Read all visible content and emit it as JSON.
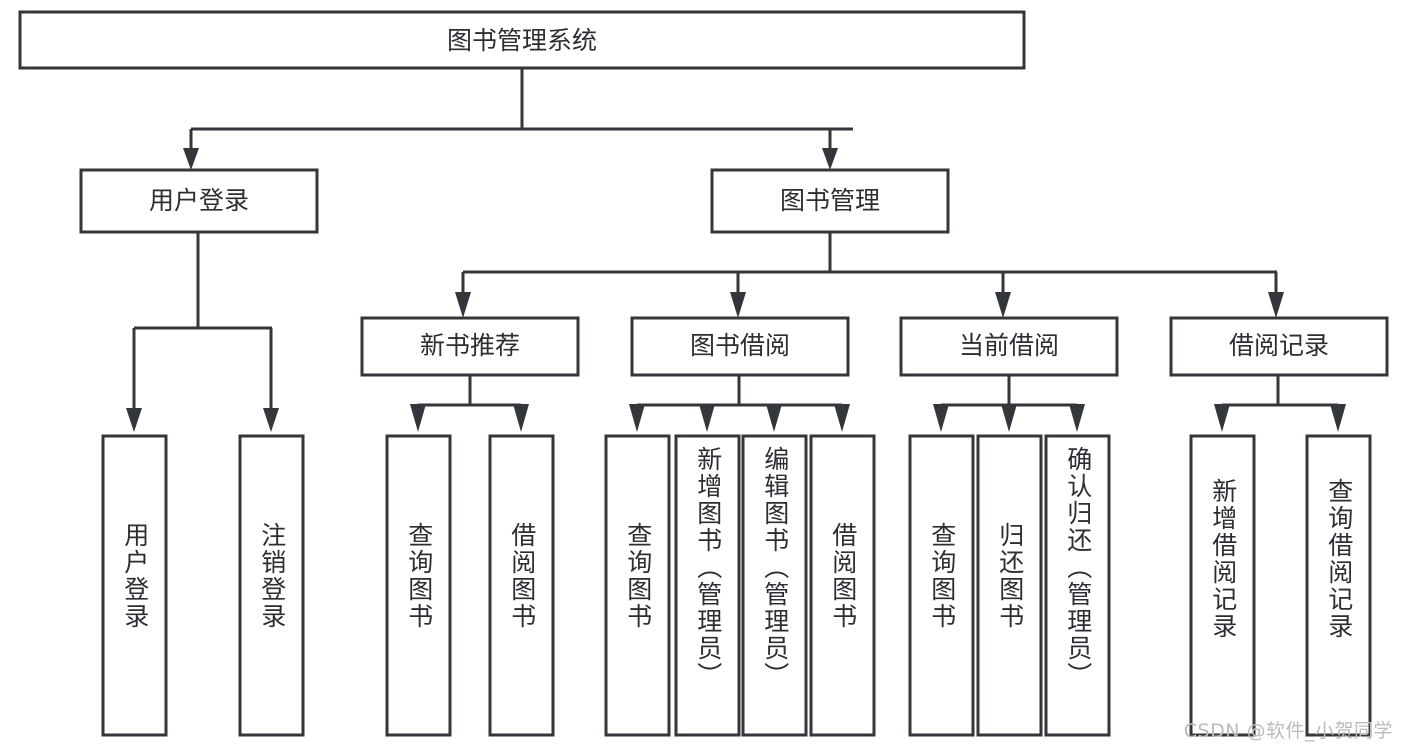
{
  "diagram": {
    "type": "tree",
    "title": "图书管理系统",
    "watermark": "CSDN @软件_小贺同学",
    "colors": {
      "stroke": "#33373b",
      "fill": "#ffffff",
      "text": "#2b2f33",
      "watermark": "#b9bcbf",
      "background": "#ffffff"
    },
    "root": {
      "label": "图书管理系统"
    },
    "level2": [
      {
        "label": "用户登录"
      },
      {
        "label": "图书管理"
      }
    ],
    "level3": [
      {
        "label": "新书推荐"
      },
      {
        "label": "图书借阅"
      },
      {
        "label": "当前借阅"
      },
      {
        "label": "借阅记录"
      }
    ],
    "leaves": {
      "user_login": [
        {
          "label": "用户登录"
        },
        {
          "label": "注销登录"
        }
      ],
      "new_book_recommend": [
        {
          "label": "查询图书"
        },
        {
          "label": "借阅图书"
        }
      ],
      "book_borrow": [
        {
          "label": "查询图书"
        },
        {
          "label": "新增图书（管理员）"
        },
        {
          "label": "编辑图书（管理员）"
        },
        {
          "label": "借阅图书"
        }
      ],
      "current_borrow": [
        {
          "label": "查询图书"
        },
        {
          "label": "归还图书"
        },
        {
          "label": "确认归还（管理员）"
        }
      ],
      "borrow_record": [
        {
          "label": "新增借阅记录"
        },
        {
          "label": "查询借阅记录"
        }
      ]
    }
  }
}
